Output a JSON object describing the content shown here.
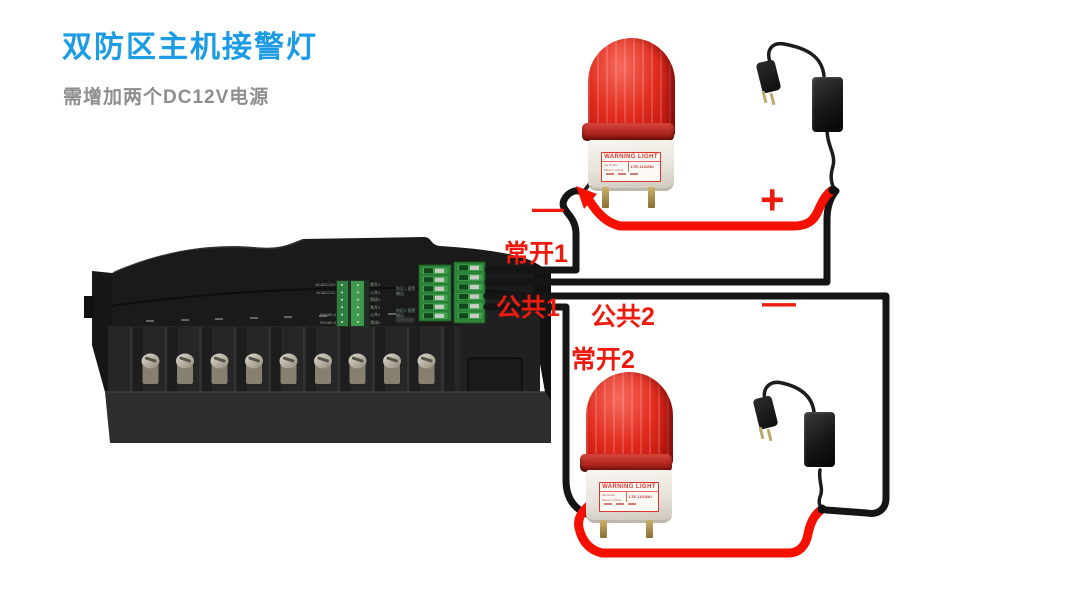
{
  "header": {
    "title": "双防区主机接警灯",
    "subtitle": "需增加两个DC12V电源"
  },
  "annotations": {
    "zone1": {
      "minus": "—",
      "plus": "+",
      "label_nc": "常开1",
      "label_com": "公共1"
    },
    "zone2": {
      "minus": "—",
      "label_com": "公共2",
      "label_nc": "常开2"
    }
  },
  "warning_light": {
    "title": "WARNING LIGHT",
    "model": "LTE-1101NU",
    "cert": "CE RoHS",
    "origin": "Made in China"
  },
  "board_print": {
    "left": [
      "AC&DC12+",
      "AC&DC12-",
      "",
      "",
      "RS485 A",
      "RS485 B"
    ],
    "right": [
      "常开1",
      "公共1",
      "常闭1",
      "常开2",
      "公共2",
      "常闭2"
    ],
    "groups": [
      "防区1 报警输出",
      "防区2 报警输出"
    ]
  },
  "colors": {
    "accent_blue": "#1b9ce4",
    "annotation_red": "#ee1a0e",
    "wire_red": "#f51000",
    "wire_black": "#151515",
    "terminal_green": "#3da24a"
  }
}
